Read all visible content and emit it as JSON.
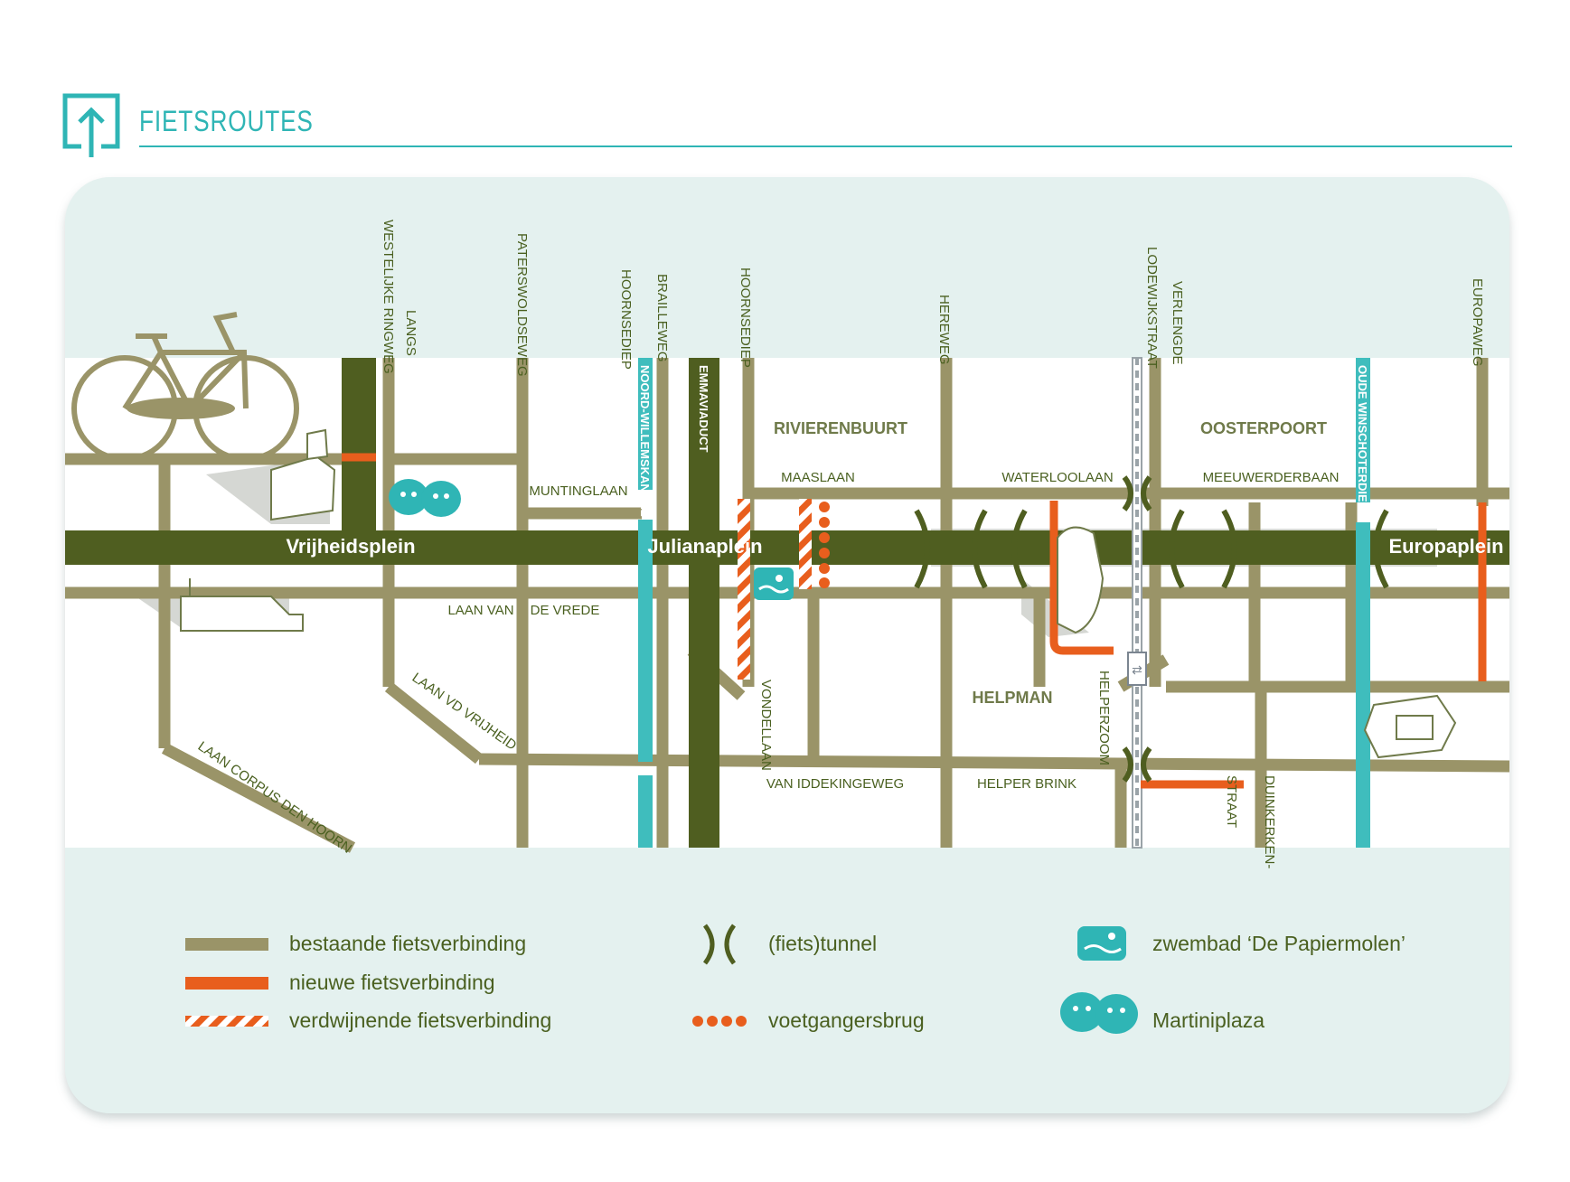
{
  "header": {
    "title": "FIETSROUTES",
    "icon": "upload-arrow-icon"
  },
  "colors": {
    "road": "#9a9468",
    "major_road": "#4f5e20",
    "new": "#e85e1d",
    "canal": "#3fbdbd",
    "accent": "#2fb5b5",
    "background": "#e4f1ef",
    "label": "#4a6020"
  },
  "map": {
    "districts": [
      "RIVIERENBUURT",
      "OOSTERPOORT",
      "HELPMAN"
    ],
    "squares": [
      "Vrijheidsplein",
      "Julianaplein",
      "Europaplein"
    ],
    "vertical_streets_top": [
      "WESTELIJKE RINGWEG",
      "LANGS",
      "PATERSWOLDSEWEG",
      "HOORNSEDIEP",
      "BRAILLEWEG",
      "HOORNSEDIEP",
      "HEREWEG",
      "LODEWIJKSTRAAT",
      "VERLENGDE",
      "EUROPAWEG"
    ],
    "street_labels": {
      "muntinglaan": "MUNTINGLAAN",
      "maaslaan": "MAASLAAN",
      "waterloolaan": "WATERLOOLAAN",
      "meeuwerderbaan": "MEEUWERDERBAAN",
      "laan_van": "LAAN VAN",
      "de_vrede": "DE VREDE",
      "laan_vd_vrijheid": "LAAN VD VRIJHEID",
      "laan_corpus": "LAAN CORPUS DEN HOORN",
      "van_iddekingeweg": "VAN IDDEKINGEWEG",
      "helper_brink": "HELPER BRINK",
      "vondellaan": "VONDELLAAN",
      "helperzoom": "HELPERZOOM",
      "straat": "STRAAT",
      "duinkerken": "DUINKERKEN-",
      "noord_willemskanaal": "NOORD-WILLEMSKANAAL",
      "emmaviaduct": "EMMAVIADUCT",
      "oude_winschoterdiep": "OUDE WINSCHOTERDIEP"
    }
  },
  "legend": [
    {
      "symbol": "existing-route-line",
      "label": "bestaande fietsverbinding"
    },
    {
      "symbol": "new-route-line",
      "label": "nieuwe fietsverbinding"
    },
    {
      "symbol": "disappearing-route-hatch",
      "label": "verdwijnende fietsverbinding"
    },
    {
      "symbol": "tunnel-icon",
      "label": "(fiets)tunnel"
    },
    {
      "symbol": "footbridge-dots",
      "label": "voetgangersbrug"
    },
    {
      "symbol": "swimming-pool-icon",
      "label": "zwembad ‘De Papiermolen’"
    },
    {
      "symbol": "theater-masks-icon",
      "label": "Martiniplaza"
    }
  ]
}
